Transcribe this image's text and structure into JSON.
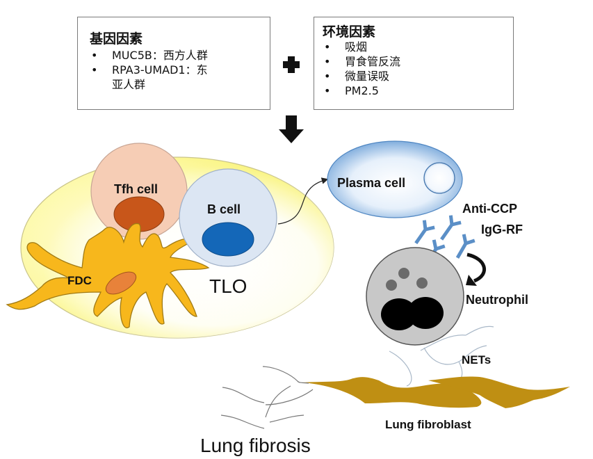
{
  "genetic_factors": {
    "title": "基因因素",
    "items": [
      {
        "bullet": "•",
        "text": "MUC5B：西方人群"
      },
      {
        "bullet": "•",
        "text": "RPA3-UMAD1：东亚人群"
      }
    ]
  },
  "environmental_factors": {
    "title": "环境因素",
    "items": [
      {
        "bullet": "•",
        "text": "吸烟"
      },
      {
        "bullet": "•",
        "text": "胃食管反流"
      },
      {
        "bullet": "•",
        "text": "微量误吸"
      },
      {
        "bullet": "•",
        "text": "PM2.5"
      }
    ]
  },
  "connectors": {
    "plus_icon": "plus-icon",
    "down_arrow_icon": "arrow-down-icon"
  },
  "cells": {
    "tfh": "Tfh cell",
    "b_cell": "B cell",
    "fdc": "FDC",
    "tlo": "TLO",
    "plasma": "Plasma cell",
    "neutrophil": "Neutrophil",
    "nets": "NETs",
    "fibroblast": "Lung fibroblast"
  },
  "antibodies": {
    "anti_ccp": "Anti-CCP",
    "igg_rf": "IgG-RF"
  },
  "outcome": "Lung fibrosis",
  "colors": {
    "tlo_fill": "#fbf57a",
    "tfh_fill": "#f6cdb5",
    "tfh_nucleus": "#c8561a",
    "b_fill": "#dce6f3",
    "b_nucleus": "#1467b8",
    "fdc_fill": "#f7b71c",
    "fdc_nucleus": "#e8823a",
    "plasma_edge": "#6b9fd6",
    "antibody": "#5b8fc7",
    "neutrophil_fill": "#c8c8c8",
    "fibroblast": "#bf8f13"
  }
}
